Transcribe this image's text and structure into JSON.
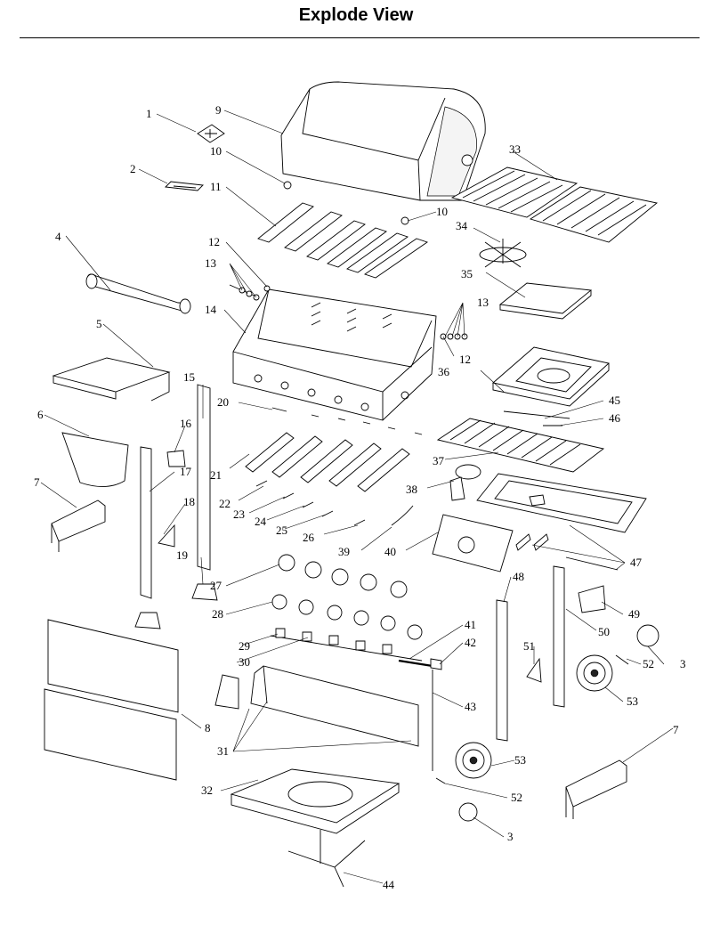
{
  "title": "Explode View",
  "callouts": [
    "1",
    "2",
    "3",
    "4",
    "5",
    "6",
    "7",
    "8",
    "9",
    "10",
    "11",
    "12",
    "13",
    "14",
    "15",
    "16",
    "17",
    "18",
    "19",
    "20",
    "21",
    "22",
    "23",
    "24",
    "25",
    "26",
    "27",
    "28",
    "29",
    "30",
    "31",
    "32",
    "33",
    "34",
    "35",
    "36",
    "37",
    "38",
    "39",
    "40",
    "41",
    "42",
    "43",
    "44",
    "45",
    "46",
    "47",
    "48",
    "49",
    "50",
    "51",
    "52",
    "53"
  ]
}
